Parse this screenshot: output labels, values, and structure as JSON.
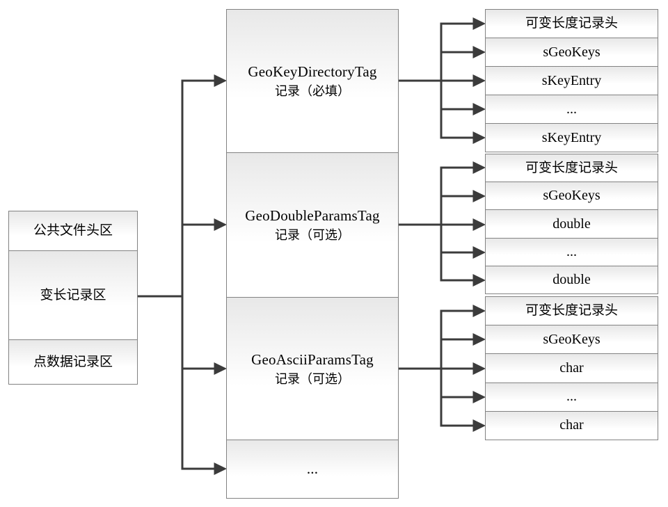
{
  "diagram": {
    "background": "#ffffff",
    "colors": {
      "connector": "#3b3b3b",
      "box_border": "#828282",
      "cell_fill_top": "#e8e8e8",
      "cell_fill_bottom": "#ffffff",
      "text": "#000000"
    },
    "left_box": {
      "cells": [
        "公共文件头区",
        "变长记录区",
        "点数据记录区"
      ]
    },
    "middle_box": {
      "cells": [
        {
          "title": "GeoKeyDirectoryTag",
          "subtitle": "记录（必填）"
        },
        {
          "title": "GeoDoubleParamsTag",
          "subtitle": "记录（可选）"
        },
        {
          "title": "GeoAsciiParamsTag",
          "subtitle": "记录（可选）"
        },
        {
          "title": "..."
        }
      ]
    },
    "right_boxes": [
      {
        "cells": [
          "可变长度记录头",
          "sGeoKeys",
          "sKeyEntry",
          "...",
          "sKeyEntry"
        ]
      },
      {
        "cells": [
          "可变长度记录头",
          "sGeoKeys",
          "double",
          "...",
          "double"
        ]
      },
      {
        "cells": [
          "可变长度记录头",
          "sGeoKeys",
          "char",
          "...",
          "char"
        ]
      }
    ]
  }
}
